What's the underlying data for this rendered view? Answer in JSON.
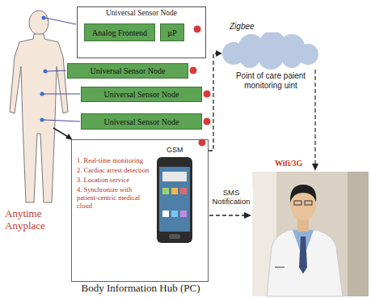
{
  "diagram": {
    "nodes": [
      {
        "text": [
          "Universal Sensor Node"
        ]
      },
      {
        "text": [
          "Analog Frontend"
        ],
        "in": 0
      },
      {
        "text": [
          "µP"
        ],
        "in": 0
      },
      {
        "text": [
          "Universal Sensor Node"
        ]
      },
      {
        "text": [
          "Universal Sensor Node"
        ]
      },
      {
        "text": [
          "Universal Sensor Node"
        ]
      },
      {
        "text": [
          "Point of care paient monitoring uint"
        ]
      },
      {
        "text": [
          "1. Real-time monitoring",
          "2. Cardiac arrest detection",
          "3. Location service",
          "4. Synchronize with patient-centric medical cloud",
          "Body Information Hub (PC)"
        ]
      }
    ],
    "edges": [
      {
        "from": 7,
        "to": 6,
        "arrow": "to",
        "label": "Zigbee"
      }
    ],
    "labels": [
      "GSM",
      "SMS Notification",
      "Wifi/3G",
      "Anytime Anyplace"
    ]
  }
}
